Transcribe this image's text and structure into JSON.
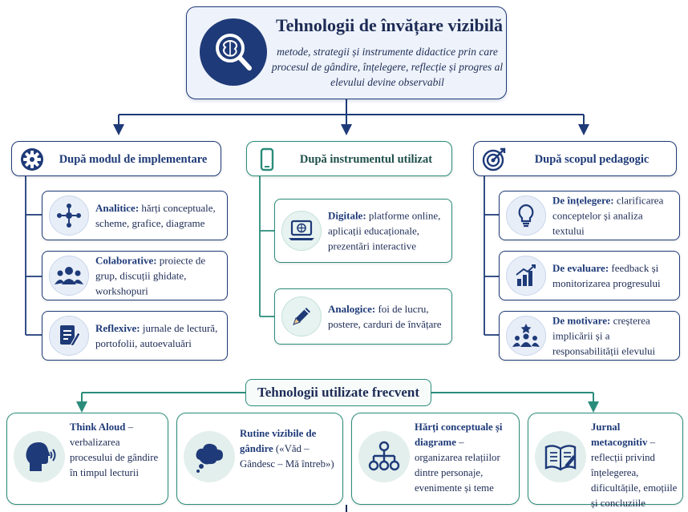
{
  "header": {
    "title": "Tehnologii de învățare vizibilă",
    "description": "metode, strategii și instrumente didactice prin care procesul de gândire, înțelegere, reflecție și progres al elevului devine observabil"
  },
  "categories": [
    {
      "label": "După modul de implementare",
      "items": [
        {
          "term": "Analitice:",
          "text": " hărți conceptuale, scheme, grafice, diagrame"
        },
        {
          "term": "Colaborative:",
          "text": " proiecte de grup, discuții ghidate, workshopuri"
        },
        {
          "term": "Reflexive:",
          "text": " jurnale de lectură, portofolii, autoevaluări"
        }
      ]
    },
    {
      "label": "După instrumentul utilizat",
      "items": [
        {
          "term": "Digitale:",
          "text": " platforme online, aplicații educaționale, prezentări interactive"
        },
        {
          "term": "Analogice:",
          "text": " foi de lucru, postere, carduri de învățare"
        }
      ]
    },
    {
      "label": "După scopul pedagogic",
      "items": [
        {
          "term": "De înțelegere:",
          "text": " clarificarea conceptelor și analiza textului"
        },
        {
          "term": "De evaluare:",
          "text": " feedback și monitorizarea progresului"
        },
        {
          "term": "De motivare:",
          "text": " creșterea implicării și a responsabilității elevului"
        }
      ]
    }
  ],
  "frequent": {
    "title": "Tehnologii utilizate frecvent",
    "items": [
      {
        "term": "Think Aloud",
        "text": " – verbalizarea procesului de gândire în timpul lecturii"
      },
      {
        "term": "Rutine vizibile de gândire",
        "text": " («Văd – Gândesc – Mă întreb»)"
      },
      {
        "term": "Hărți conceptuale și diagrame",
        "text": " – organizarea relațiilor dintre personaje, evenimente și teme"
      },
      {
        "term": "Jurnal metacognitiv",
        "text": " – reflecții privind înțelegerea, dificultățile, emoțiile și concluziile personale"
      }
    ]
  },
  "colors": {
    "navy": "#1e3a78",
    "teal": "#2a8c7a"
  },
  "icons": [
    "brain-magnifier-icon",
    "gear-icon",
    "phone-icon",
    "target-icon",
    "network-icon",
    "group-icon",
    "document-pen-icon",
    "laptop-globe-icon",
    "pencil-icon",
    "lightbulb-icon",
    "bar-chart-icon",
    "team-star-icon",
    "speaking-head-icon",
    "thought-cloud-icon",
    "hierarchy-icon",
    "open-book-icon"
  ]
}
